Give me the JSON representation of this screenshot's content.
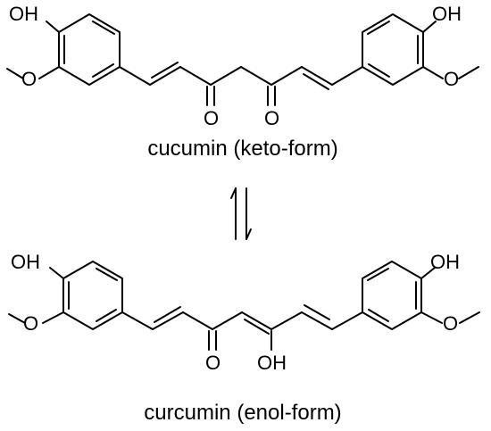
{
  "keto": {
    "caption": "cucumin (keto-form)",
    "oh_left": "OH",
    "oh_right": "OH",
    "o_carbonyl_left": "O",
    "o_carbonyl_right": "O"
  },
  "enol": {
    "caption": "curcumin (enol-form)",
    "oh_left": "OH",
    "oh_right": "OH",
    "o_carbonyl": "O",
    "oh_enol": "OH"
  }
}
